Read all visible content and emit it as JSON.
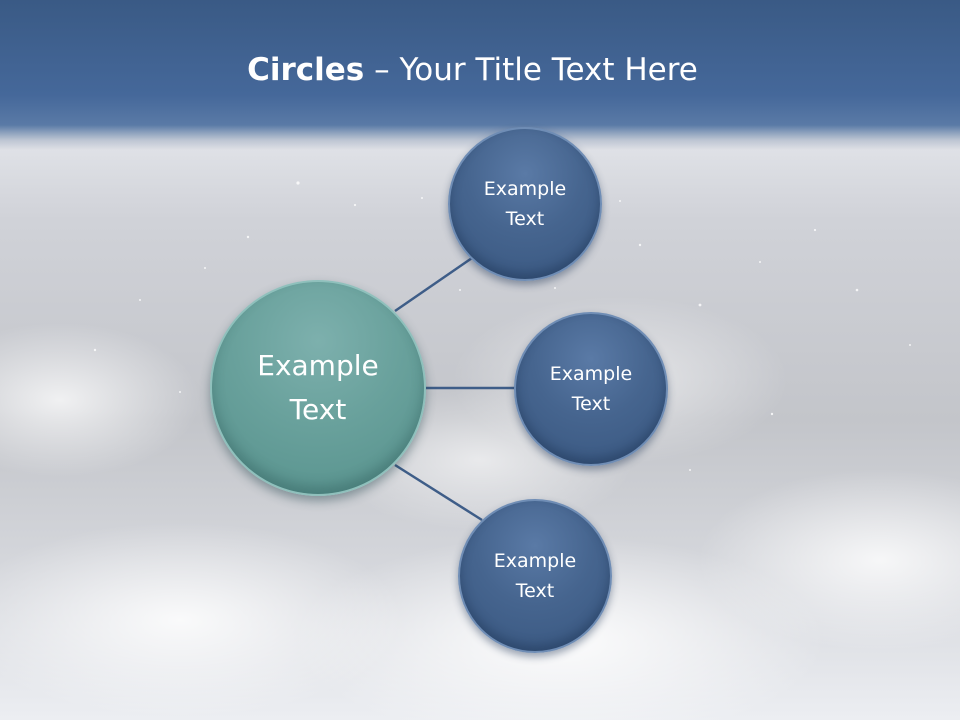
{
  "title": {
    "bold": "Circles",
    "rest": " – Your Title Text Here"
  },
  "center": {
    "line1": "Example",
    "line2": "Text"
  },
  "nodes": [
    {
      "line1": "Example",
      "line2": "Text"
    },
    {
      "line1": "Example",
      "line2": "Text"
    },
    {
      "line1": "Example",
      "line2": "Text"
    }
  ],
  "colors": {
    "center_fill": "#69a19c",
    "node_fill": "#46658f",
    "connector": "#3e5d88",
    "title_band": "#45689a"
  }
}
